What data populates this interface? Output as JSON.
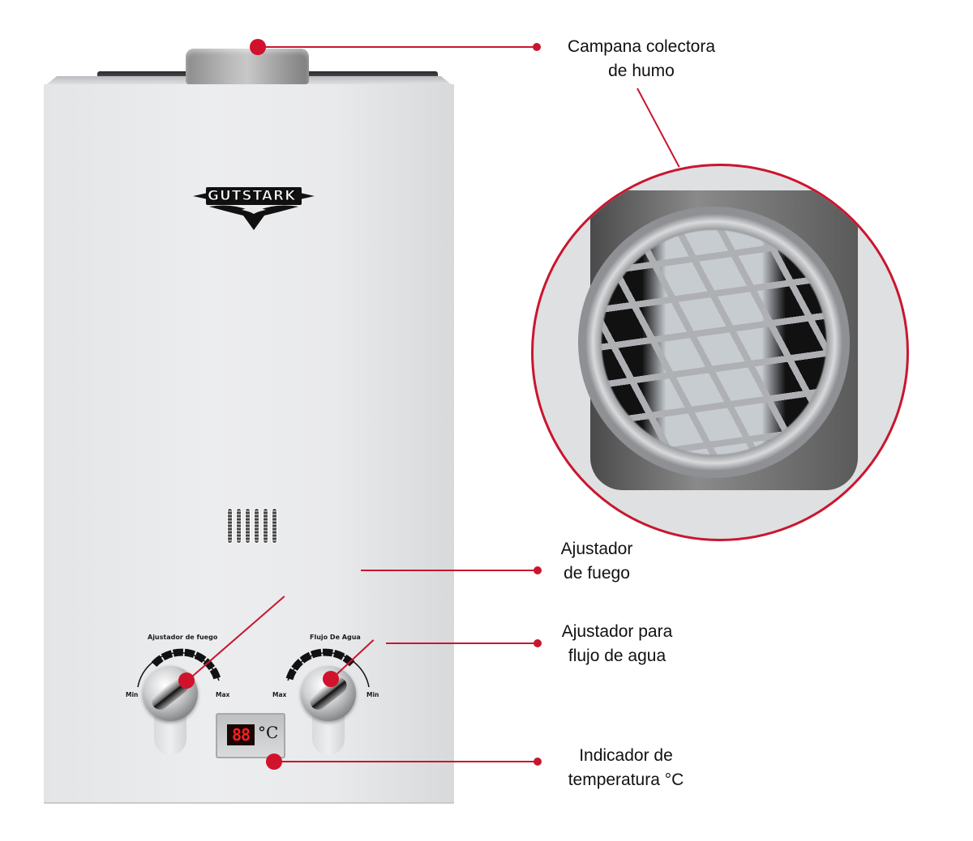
{
  "product": {
    "brand": "GUTSTARK",
    "type": "tankless gas water heater",
    "controls": {
      "fire_adjuster": {
        "label": "Ajustador de fuego",
        "min_label": "Min",
        "max_label": "Max"
      },
      "water_flow": {
        "label": "Flujo De Agua",
        "min_label": "Min",
        "max_label": "Max"
      }
    },
    "display": {
      "value": "88",
      "unit": "°C"
    }
  },
  "callouts": [
    {
      "id": "smoke-hood",
      "line1": "Campana colectora",
      "line2": "de humo"
    },
    {
      "id": "fire-adjuster",
      "line1": "Ajustador",
      "line2": "de fuego"
    },
    {
      "id": "water-flow-adjuster",
      "line1": "Ajustador para",
      "line2": "flujo de agua"
    },
    {
      "id": "temperature-indicator",
      "line1": "Indicador de",
      "line2": "temperatura °C"
    }
  ],
  "colors": {
    "accent": "#c9162f",
    "heater_body": "#e9eaec",
    "display_digits": "#ff1e1e"
  },
  "icons": {
    "callout_marker": "red-dot-icon",
    "logo": "gutstark-eagle-logo"
  }
}
